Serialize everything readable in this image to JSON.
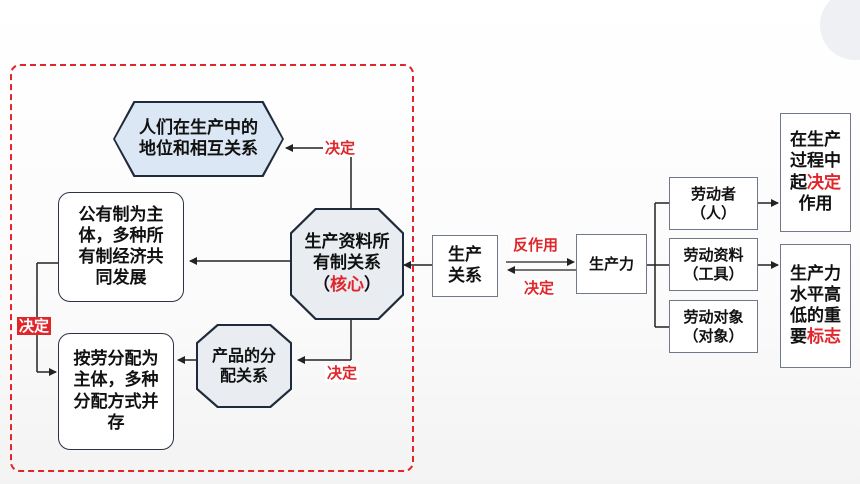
{
  "diagram": {
    "relation_top": "人们在生产中的地位和相互关系",
    "ownership_main": "公有制为主体，多种所有制经济共同发展",
    "distribution_main": "按劳分配为主体，多种分配方式并存",
    "product_distribution": "产品的分配关系",
    "means_ownership_prefix": "生产资料所有制关系（",
    "means_ownership_core": "核心",
    "means_ownership_suffix": "）",
    "production_relations": "生产关系",
    "productive_forces": "生产力",
    "laborer": "劳动者（人）",
    "labor_means": "劳动资料（工具）",
    "labor_object": "劳动对象（对象）",
    "role_prefix": "在生产过程中起",
    "role_highlight": "决定",
    "role_suffix": "作用",
    "level_prefix": "生产力水平高低的重要",
    "level_highlight": "标志",
    "label_decide": "决定",
    "label_react": "反作用"
  },
  "colors": {
    "accent_red": "#e0262a",
    "hex_fill": "#dbe7f4",
    "oct_fill": "#e9edf1"
  }
}
